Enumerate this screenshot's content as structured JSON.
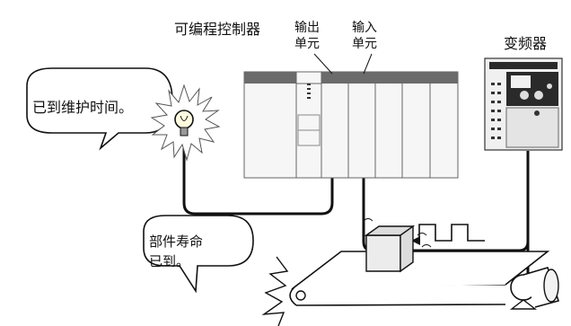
{
  "labels": {
    "plc": "可编程控制器",
    "output_unit": "输出\n单元",
    "input_unit": "输入\n单元",
    "inverter": "变频器"
  },
  "bubbles": {
    "maintenance": "已到维护时间。",
    "part_life": "部件寿命\n已到。"
  },
  "colors": {
    "plc_dark": "#6b6b6b",
    "plc_panel": "#eeeeee",
    "inverter_body": "#f0f0f0",
    "inverter_dark": "#2a2a2a",
    "lamp_glass": "#fffbe0",
    "line": "#111111"
  }
}
